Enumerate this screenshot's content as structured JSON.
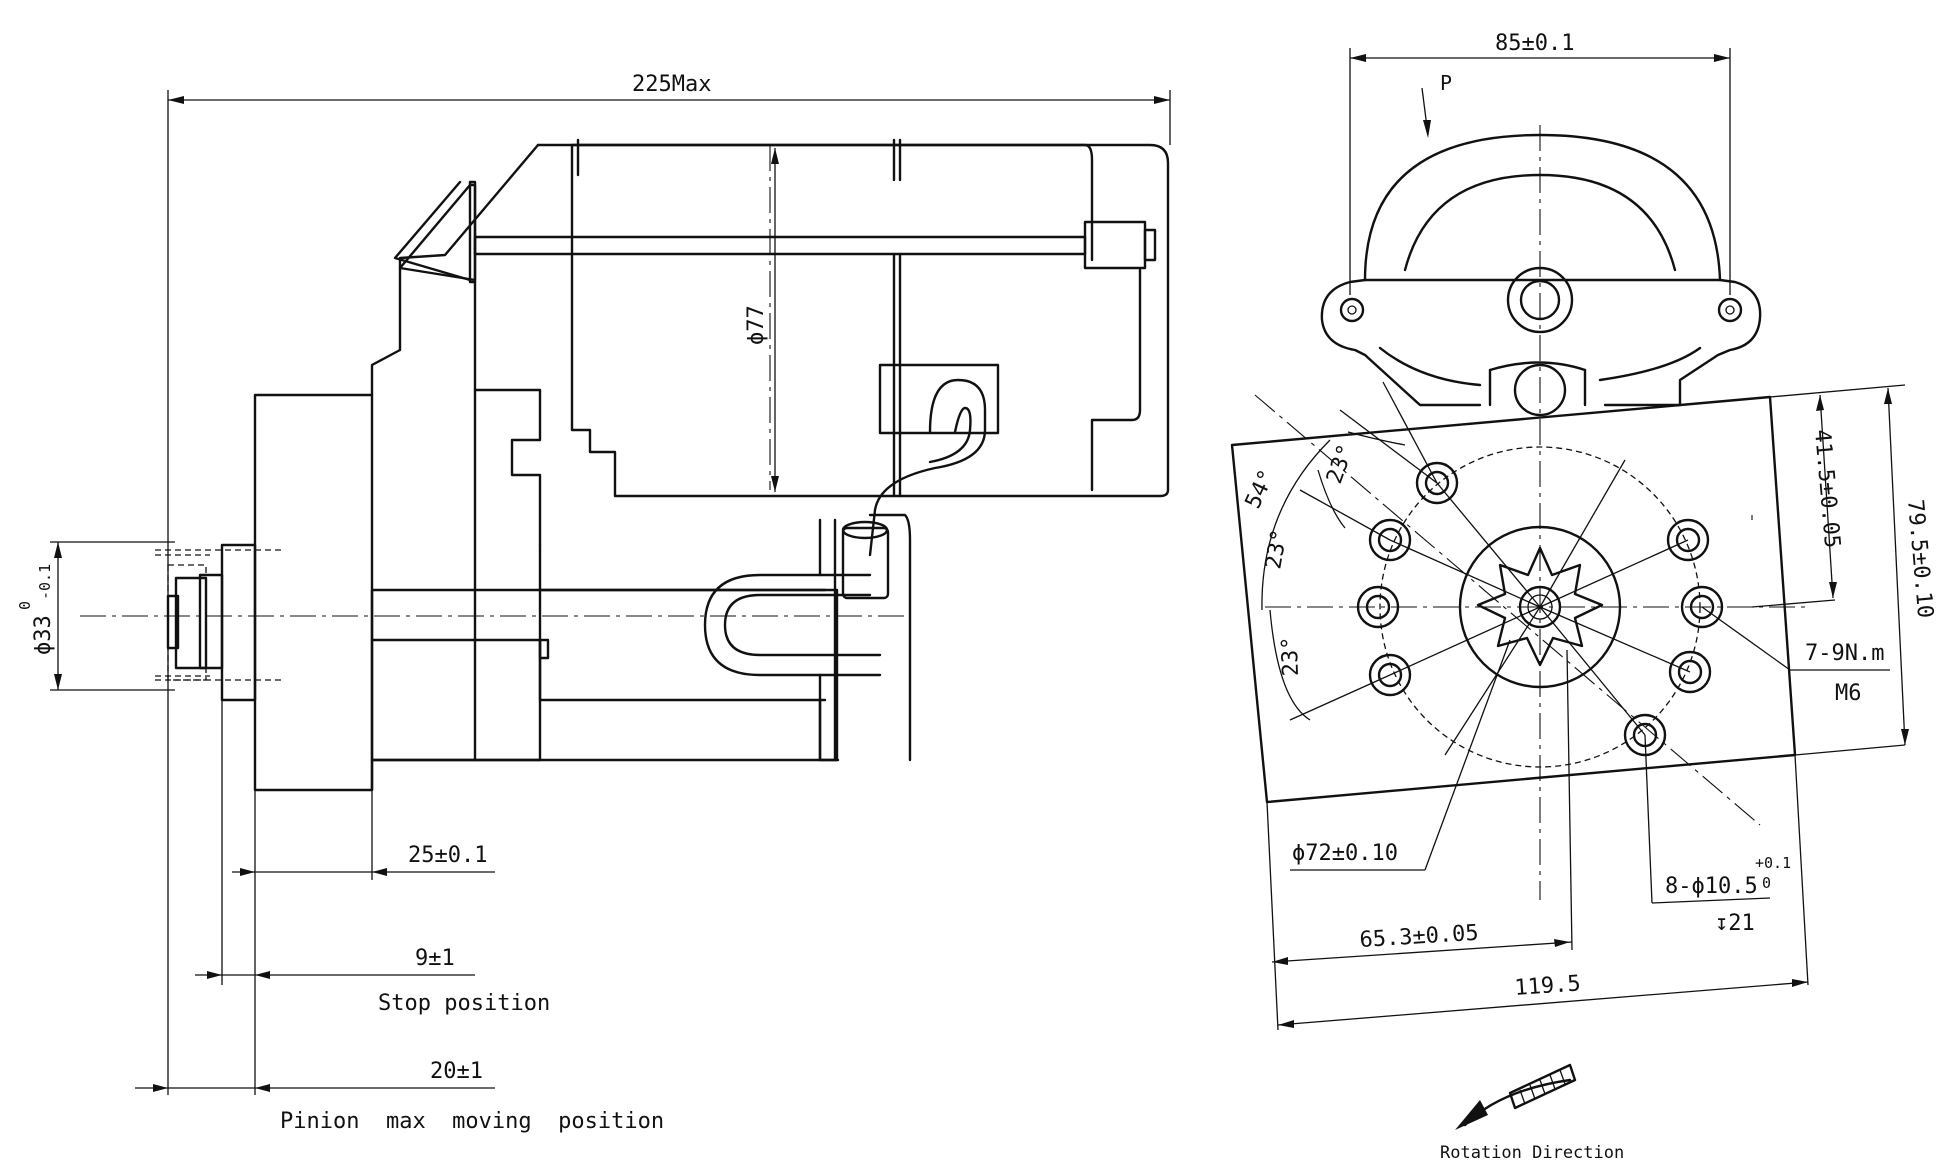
{
  "side_view": {
    "overall_length": "225Max",
    "body_diameter": "ϕ77",
    "pinion_diameter": "ϕ33",
    "pinion_tolerance_upper": "0",
    "pinion_tolerance_lower": "-0.1",
    "flange_offset": "25±0.1",
    "stop_dimension": "9±1",
    "stop_label": "Stop position",
    "pinion_travel_dimension": "20±1",
    "pinion_travel_label": "Pinion  max  moving  position"
  },
  "end_view": {
    "width_top": "85±0.1",
    "view_arrow_label": "P",
    "angle_1": "23°",
    "angle_2": "54°",
    "angle_3": "23°",
    "angle_4": "23°",
    "height_half": "41.5±0.05",
    "height_total": "79.5±0.10",
    "torque": "7-9N.m",
    "thread": "M6",
    "pilot_diameter": "ϕ72±0.10",
    "holes": "8-ϕ10.5",
    "holes_tolerance_upper": "+0.1",
    "holes_tolerance_lower": "0",
    "hole_depth": "↧21",
    "pinion_offset": "65.3±0.05",
    "overall_width": "119.5",
    "rotation_label": "Rotation Direction"
  }
}
